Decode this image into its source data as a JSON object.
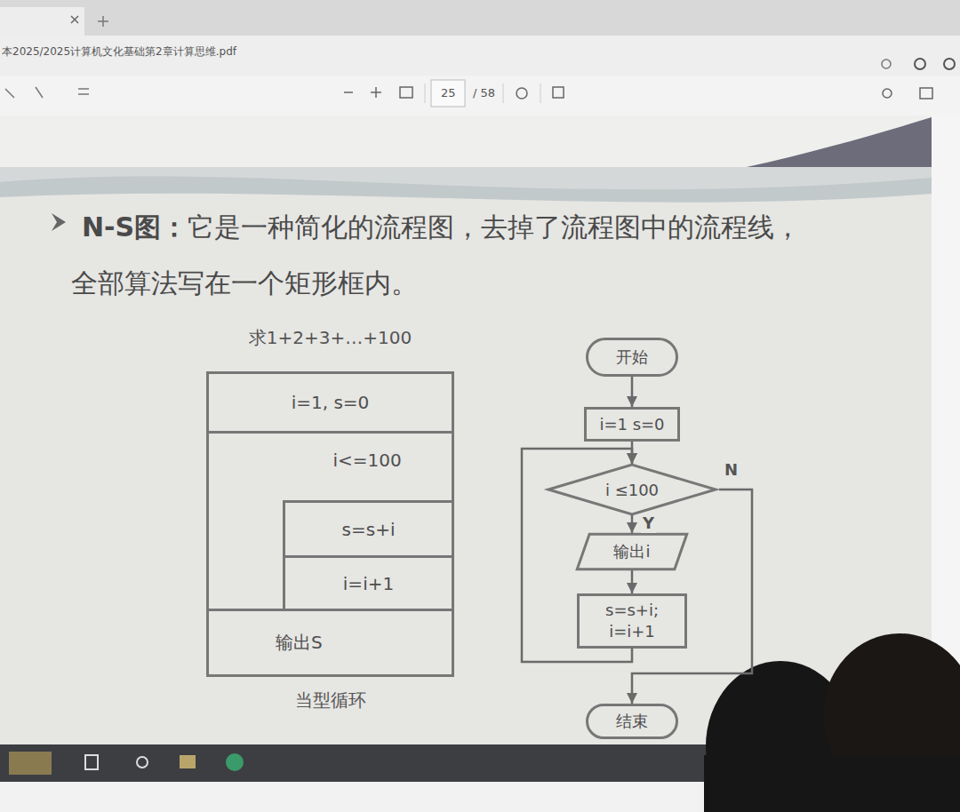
{
  "diagram": {
    "title": "N-S图：",
    "nodes": [
      {
        "text": [
          "求1+2+3+…+100",
          "当型循环"
        ]
      },
      {
        "text": [
          "i=1, s=0"
        ],
        "in": 0
      },
      {
        "text": [
          "i<=100"
        ],
        "in": 0
      },
      {
        "text": [
          "s=s+i"
        ],
        "in": 2
      },
      {
        "text": [
          "i=i+1"
        ],
        "in": 2
      },
      {
        "text": [
          "输出S"
        ],
        "in": 0
      },
      {
        "text": [
          "开始"
        ]
      },
      {
        "text": [
          "i=1 s=0"
        ]
      },
      {
        "text": [
          "i ≤100"
        ]
      },
      {
        "text": [
          "输出i"
        ]
      },
      {
        "text": [
          "s=s+i; i=i+1"
        ]
      },
      {
        "text": [
          "结束"
        ]
      }
    ],
    "edges": [
      {
        "from": 6,
        "to": 7,
        "arrow": "to"
      },
      {
        "from": 7,
        "to": 8,
        "arrow": "to"
      },
      {
        "from": 8,
        "to": 9,
        "label": "Y",
        "arrow": "to"
      },
      {
        "from": 9,
        "to": 10,
        "arrow": "to"
      },
      {
        "from": 10,
        "to": 8,
        "arrow": "to"
      },
      {
        "from": 8,
        "to": 11,
        "label": "N",
        "arrow": "to"
      }
    ],
    "labels": [
      "它是一种简化的流程图，去掉了流程图中的流程线，全部算法写在一个矩形框内。",
      "本2025/2025计算机文化基础第2章计算思维.pdf",
      "25",
      "/ 58"
    ]
  }
}
